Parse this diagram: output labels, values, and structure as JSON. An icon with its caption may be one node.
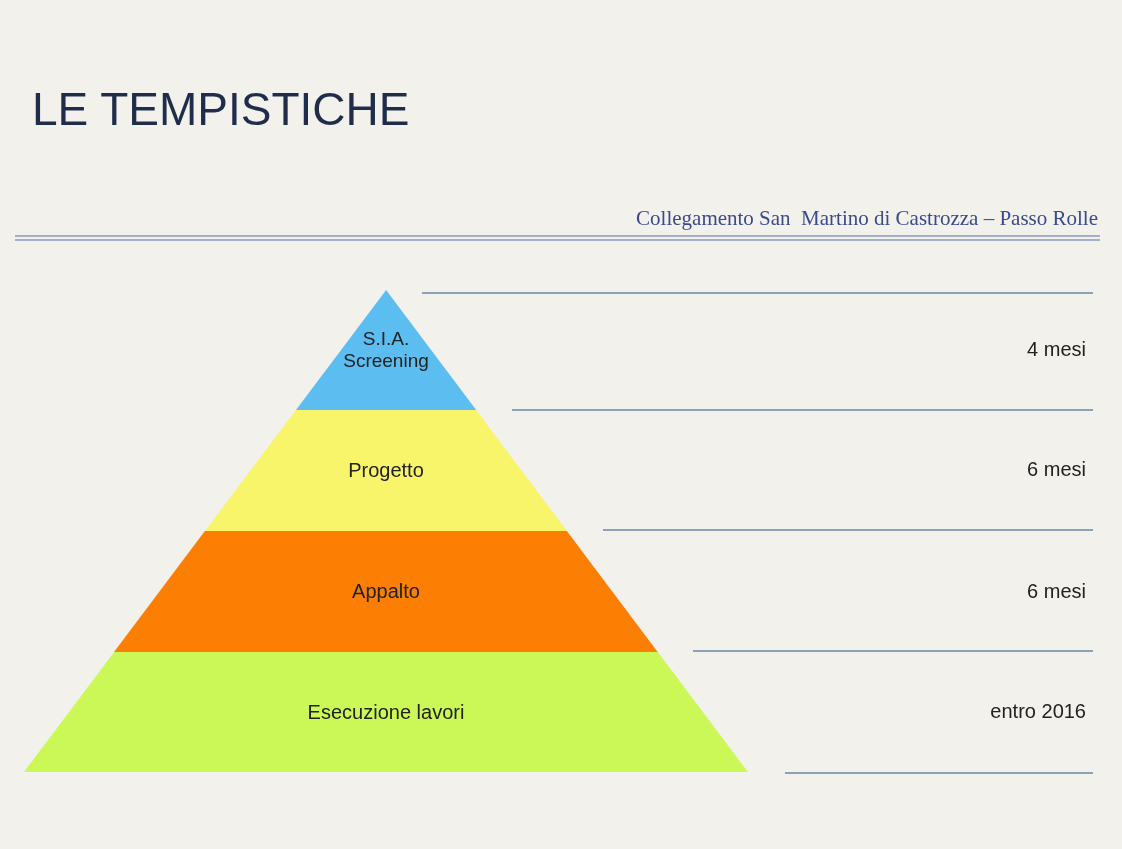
{
  "diagram": {
    "title": "LE TEMPISTICHE",
    "nodes": [
      {
        "text": [
          "S.I.A. Screening"
        ]
      },
      {
        "text": [
          "Progetto"
        ]
      },
      {
        "text": [
          "Appalto"
        ]
      },
      {
        "text": [
          "Esecuzione lavori"
        ]
      }
    ],
    "labels": [
      "Collegamento San  Martino di Castrozza – Passo Rolle",
      "4 mesi",
      "6 mesi",
      "6 mesi",
      "entro 2016"
    ]
  }
}
